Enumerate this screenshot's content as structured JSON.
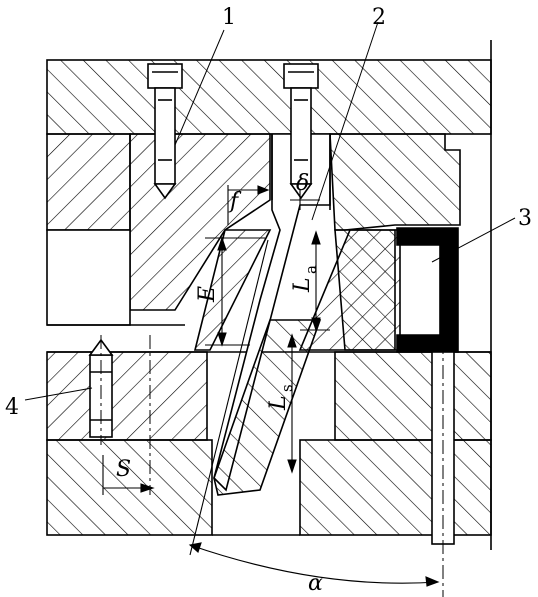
{
  "callouts": {
    "c1": "1",
    "c2": "2",
    "c3": "3",
    "c4": "4"
  },
  "dims": {
    "f": "f",
    "delta": "δ",
    "E": "E",
    "La": "L",
    "La_sub": "a",
    "Ls": "L",
    "Ls_sub": "s",
    "S": "S",
    "alpha": "α"
  },
  "colors": {
    "ink": "#000000",
    "paper": "#ffffff"
  }
}
